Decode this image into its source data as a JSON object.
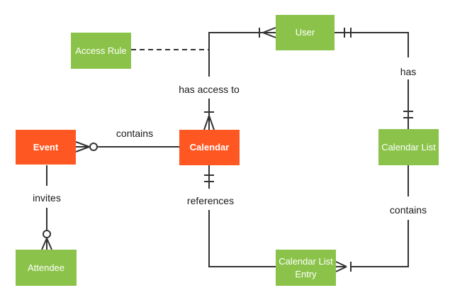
{
  "diagram": {
    "kind": "entity-relationship-diagram",
    "notation": "crows-foot",
    "colors": {
      "entity_green": "#8BC34A",
      "entity_orange": "#FF5722",
      "entity_text": "#ffffff",
      "line": "#333333",
      "relationship_label_text": "#1a1a1a",
      "background": "#ffffff"
    },
    "entities": [
      {
        "id": "access-rule",
        "label": "Access Rule",
        "color": "green"
      },
      {
        "id": "user",
        "label": "User",
        "color": "green"
      },
      {
        "id": "event",
        "label": "Event",
        "color": "orange"
      },
      {
        "id": "calendar",
        "label": "Calendar",
        "color": "orange"
      },
      {
        "id": "calendar-list",
        "label": "Calendar List",
        "color": "green"
      },
      {
        "id": "attendee",
        "label": "Attendee",
        "color": "green"
      },
      {
        "id": "calendar-list-entry",
        "label": "Calendar List Entry",
        "color": "green"
      }
    ],
    "relationships": [
      {
        "id": "contains-event",
        "label": "contains",
        "from": "Calendar",
        "to": "Event",
        "line_style": "solid",
        "event_end_symbol": "zero-or-many"
      },
      {
        "id": "invites",
        "label": "invites",
        "from": "Event",
        "to": "Attendee",
        "line_style": "solid",
        "attendee_end_symbol": "zero-or-many"
      },
      {
        "id": "has-access-to",
        "label": "has access to",
        "from": "User",
        "to": "Calendar",
        "line_style": "solid",
        "user_end_symbol": "one-or-many",
        "calendar_end_symbol": "one-or-many"
      },
      {
        "id": "has",
        "label": "has",
        "from": "User",
        "to": "Calendar List",
        "line_style": "solid",
        "user_end_symbol": "exactly-one",
        "calendar_list_end_symbol": "exactly-one"
      },
      {
        "id": "references",
        "label": "references",
        "from": "Calendar",
        "to": "Calendar List Entry",
        "line_style": "solid",
        "calendar_end_symbol": "exactly-one"
      },
      {
        "id": "contains-entry",
        "label": "contains",
        "from": "Calendar List",
        "to": "Calendar List Entry",
        "line_style": "solid",
        "entry_end_symbol": "one-or-many"
      },
      {
        "id": "access-rule-association",
        "label": "",
        "from": "Access Rule",
        "to": "has access to",
        "line_style": "dashed"
      }
    ]
  }
}
